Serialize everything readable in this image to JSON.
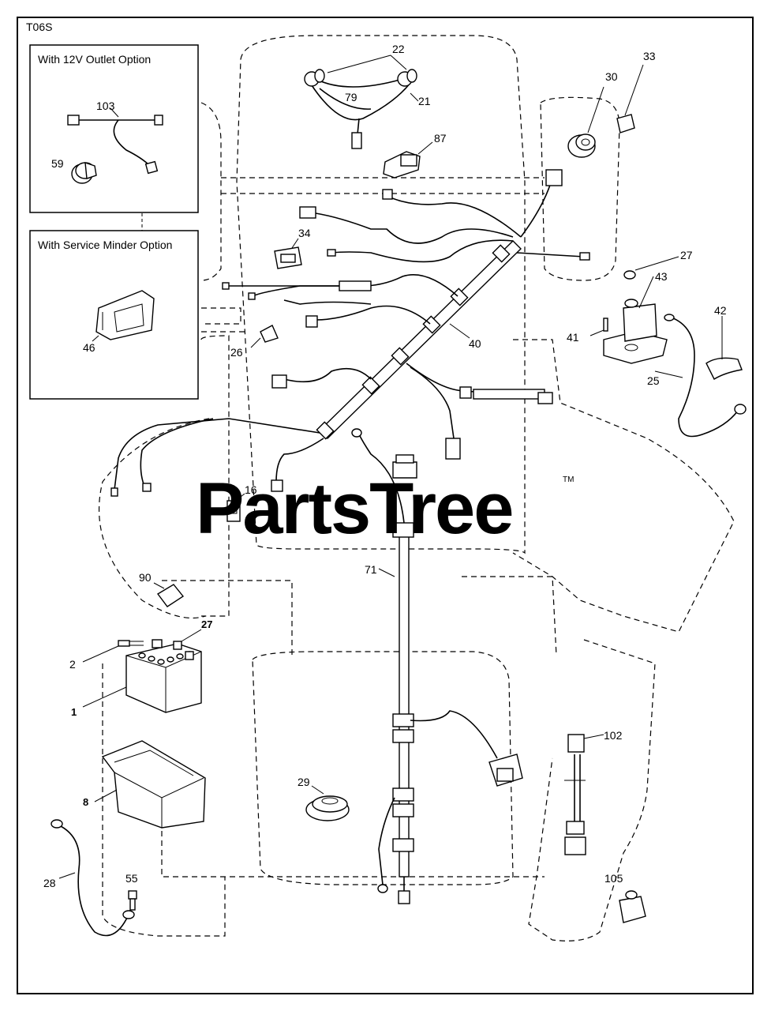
{
  "diagram_code": "T06S",
  "watermark": {
    "text": "PartsTree",
    "tm": "TM"
  },
  "inset_boxes": [
    {
      "title": "With 12V Outlet Option",
      "parts": [
        "103",
        "59"
      ]
    },
    {
      "title": "With Service Minder Option",
      "parts": [
        "46"
      ]
    }
  ],
  "labels": {
    "p1": "1",
    "p2": "2",
    "p8": "8",
    "p16": "16",
    "p21": "21",
    "p22": "22",
    "p25": "25",
    "p26": "26",
    "p27a": "27",
    "p27b": "27",
    "p28": "28",
    "p29": "29",
    "p30": "30",
    "p33": "33",
    "p34": "34",
    "p40": "40",
    "p41": "41",
    "p42": "42",
    "p43": "43",
    "p46": "46",
    "p55": "55",
    "p59": "59",
    "p71": "71",
    "p79": "79",
    "p87": "87",
    "p90": "90",
    "p102": "102",
    "p103": "103",
    "p105": "105"
  },
  "colors": {
    "ink": "#000000",
    "watermark": "#c8c8c8",
    "background": "#ffffff"
  }
}
